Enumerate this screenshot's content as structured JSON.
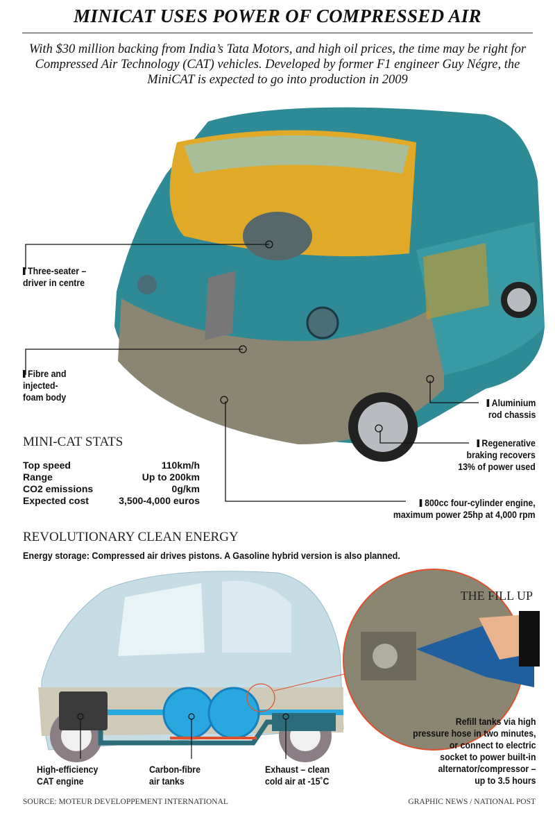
{
  "title": "MINICAT USES POWER OF COMPRESSED AIR",
  "subtitle": "With $30 million backing from India’s Tata Motors, and high oil prices, the time may be right for Compressed Air Technology (CAT) vehicles. Developed by former F1 engineer Guy Négre, the MiniCAT is expected to go into production in 2009",
  "callouts": {
    "seats": [
      "Three-seater –",
      "driver in centre"
    ],
    "body": [
      "Fibre and",
      "injected-",
      "foam body"
    ],
    "chassis": [
      "Aluminium",
      "rod chassis"
    ],
    "braking": [
      "Regenerative",
      "braking recovers",
      "13% of power used"
    ],
    "engine": [
      "800cc four-cylinder engine,",
      "maximum power 25hp at 4,000 rpm"
    ]
  },
  "stats": {
    "heading": "MINI-CAT STATS",
    "rows": [
      {
        "label": "Top speed",
        "value": "110km/h"
      },
      {
        "label": "Range",
        "value": "Up to 200km"
      },
      {
        "label": "CO2 emissions",
        "value": "0g/km"
      },
      {
        "label": "Expected cost",
        "value": "3,500-4,000 euros"
      }
    ]
  },
  "energy": {
    "heading": "REVOLUTIONARY CLEAN ENERGY",
    "lead": "Energy storage:",
    "text": " Compressed air drives pistons. A Gasoline hybrid version is also planned."
  },
  "fillup": {
    "heading": "THE FILL UP",
    "text": [
      "Refill tanks via high",
      "pressure hose in two minutes,",
      "or connect to electric",
      "socket to power built-in",
      "alternator/compressor –",
      "up to 3.5 hours"
    ]
  },
  "parts": {
    "engine": [
      "High-efficiency",
      "CAT engine"
    ],
    "tanks": [
      "Carbon-fibre",
      "air tanks"
    ],
    "exhaust": [
      "Exhaust – clean",
      "cold air at -15˚C"
    ]
  },
  "footer": {
    "source": "SOURCE: MOTEUR DEVELOPPEMENT INTERNATIONAL",
    "credit": "GRAPHIC NEWS / NATIONAL POST"
  },
  "colors": {
    "body_teal": "#2e8a94",
    "lower_grey": "#8a8672",
    "tank_blue": "#29a8e0",
    "accent_red": "#e0502a"
  }
}
